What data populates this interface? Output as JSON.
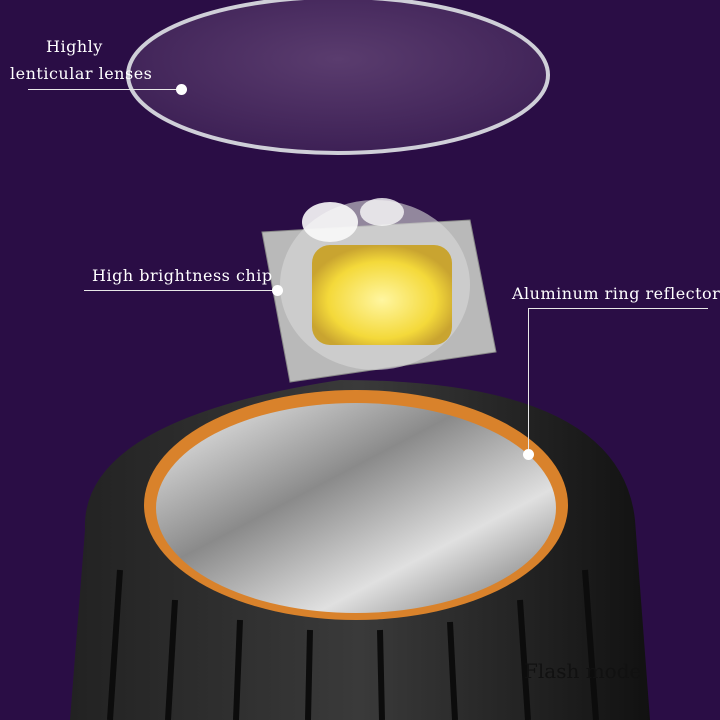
{
  "labels": {
    "lens": [
      "Highly",
      "lenticular lenses"
    ],
    "chip": "High brightness chip",
    "reflector": "Aluminum ring reflector",
    "mode": "Flash mode"
  },
  "colors": {
    "background": "#2a0d45",
    "ring": "#d9822b",
    "chip_light": "#f6e24a"
  }
}
